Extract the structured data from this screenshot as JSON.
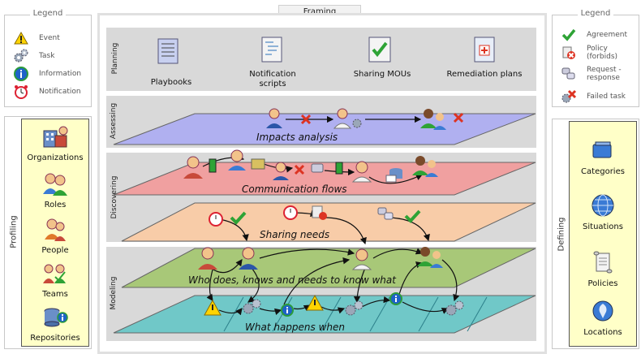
{
  "left_legend": {
    "title": "Legend",
    "items": [
      {
        "label": "Event",
        "icon": "warning-icon"
      },
      {
        "label": "Task",
        "icon": "gears-icon"
      },
      {
        "label": "Information",
        "icon": "info-icon"
      },
      {
        "label": "Notification",
        "icon": "alarm-clock-icon"
      }
    ]
  },
  "right_legend": {
    "title": "Legend",
    "items": [
      {
        "label": "Agreement",
        "icon": "checkmark-icon"
      },
      {
        "label": "Policy (forbids)",
        "icon": "forbidden-policy-icon"
      },
      {
        "label": "Request - response",
        "icon": "request-response-icon"
      },
      {
        "label": "Failed task",
        "icon": "failed-task-icon"
      }
    ]
  },
  "framing": {
    "title": "Framing"
  },
  "profiling": {
    "title": "Profiling",
    "items": [
      {
        "label": "Organizations",
        "icon": "organization-icon"
      },
      {
        "label": "Roles",
        "icon": "roles-icon"
      },
      {
        "label": "People",
        "icon": "people-icon"
      },
      {
        "label": "Teams",
        "icon": "teams-icon"
      },
      {
        "label": "Repositories",
        "icon": "repository-icon"
      }
    ]
  },
  "defining": {
    "title": "Defining",
    "items": [
      {
        "label": "Categories",
        "icon": "categories-icon"
      },
      {
        "label": "Situations",
        "icon": "globe-icon"
      },
      {
        "label": "Policies",
        "icon": "scroll-icon"
      },
      {
        "label": "Locations",
        "icon": "location-icon"
      }
    ]
  },
  "planning": {
    "title": "Planning",
    "items": [
      {
        "label": "Playbooks",
        "icon": "document-icon"
      },
      {
        "label": "Notification scripts",
        "icon": "script-icon"
      },
      {
        "label": "Sharing MOUs",
        "icon": "mou-icon"
      },
      {
        "label": "Remediation plans",
        "icon": "plan-icon"
      }
    ]
  },
  "lanes": {
    "assessing": "Assessing",
    "discovering": "Discovering",
    "modeling": "Modeling"
  },
  "planes": {
    "impacts": "Impacts analysis",
    "communication": "Communication flows",
    "sharing": "Sharing needs",
    "who": "Who does, knows and needs to know what",
    "when": "What happens when"
  },
  "colors": {
    "panel": "#d9d9d9",
    "legend_border": "#c8c8c8",
    "side_fill": "#ffffc8",
    "impacts_plane": "#b0b0f0",
    "communication_plane": "#f0a0a0",
    "sharing_plane": "#f8cca8",
    "who_plane": "#a8c878",
    "when_plane": "#70c8c8"
  }
}
